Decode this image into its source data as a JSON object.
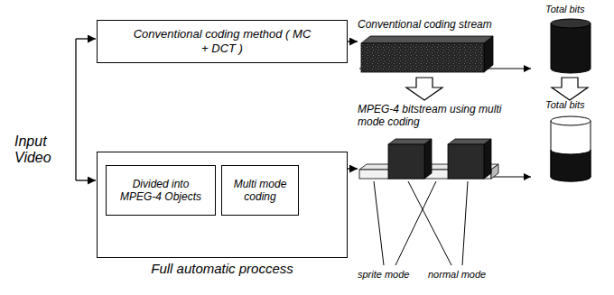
{
  "diagram": {
    "nodes": [
      {
        "text": [
          "Conventional coding method ( MC + DCT )"
        ]
      },
      {
        "text": [
          "Full automatic proccess"
        ]
      },
      {
        "text": [
          "Divided into MPEG-4 Objects"
        ],
        "in": 1
      },
      {
        "text": [
          "Multi mode coding"
        ],
        "in": 1
      },
      {
        "text": [
          "Conventional coding stream"
        ]
      },
      {
        "text": [
          "Total bits"
        ]
      },
      {
        "text": [
          "MPEG-4 bitstream using multi mode coding"
        ]
      },
      {
        "text": [
          "Total bits"
        ]
      }
    ],
    "edges": [
      {
        "from": 0,
        "to": 4,
        "arrow": "to"
      },
      {
        "from": 1,
        "to": 6,
        "arrow": "to"
      }
    ],
    "labels": [
      "Input Video",
      "sprite mode",
      "normal mode"
    ]
  }
}
